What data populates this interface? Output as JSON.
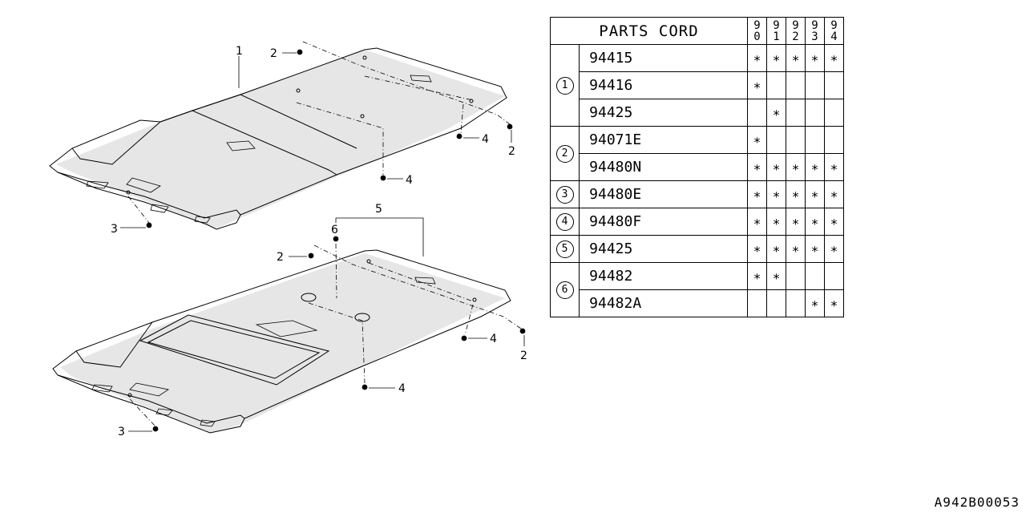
{
  "diagram": {
    "labels": {
      "top_1": "1",
      "top_2a": "2",
      "top_2b": "2",
      "top_3": "3",
      "top_4a": "4",
      "top_4b": "4",
      "bot_5": "5",
      "bot_6": "6",
      "bot_2a": "2",
      "bot_2b": "2",
      "bot_3": "3",
      "bot_4a": "4",
      "bot_4b": "4"
    }
  },
  "table": {
    "header": "PARTS CORD",
    "years": [
      [
        "9",
        "0"
      ],
      [
        "9",
        "1"
      ],
      [
        "9",
        "2"
      ],
      [
        "9",
        "3"
      ],
      [
        "9",
        "4"
      ]
    ],
    "mark": "∗",
    "groups": [
      {
        "ref": "1",
        "rows": [
          {
            "part": "94415",
            "marks": [
              true,
              true,
              true,
              true,
              true
            ]
          },
          {
            "part": "94416",
            "marks": [
              true,
              false,
              false,
              false,
              false
            ]
          },
          {
            "part": "94425",
            "marks": [
              false,
              true,
              false,
              false,
              false
            ]
          }
        ]
      },
      {
        "ref": "2",
        "rows": [
          {
            "part": "94071E",
            "marks": [
              true,
              false,
              false,
              false,
              false
            ]
          },
          {
            "part": "94480N",
            "marks": [
              true,
              true,
              true,
              true,
              true
            ]
          }
        ]
      },
      {
        "ref": "3",
        "rows": [
          {
            "part": "94480E",
            "marks": [
              true,
              true,
              true,
              true,
              true
            ]
          }
        ]
      },
      {
        "ref": "4",
        "rows": [
          {
            "part": "94480F",
            "marks": [
              true,
              true,
              true,
              true,
              true
            ]
          }
        ]
      },
      {
        "ref": "5",
        "rows": [
          {
            "part": "94425",
            "marks": [
              true,
              true,
              true,
              true,
              true
            ]
          }
        ]
      },
      {
        "ref": "6",
        "rows": [
          {
            "part": "94482",
            "marks": [
              true,
              true,
              false,
              false,
              false
            ]
          },
          {
            "part": "94482A",
            "marks": [
              false,
              false,
              false,
              true,
              true
            ]
          }
        ]
      }
    ]
  },
  "drawing_code": "A942B00053"
}
